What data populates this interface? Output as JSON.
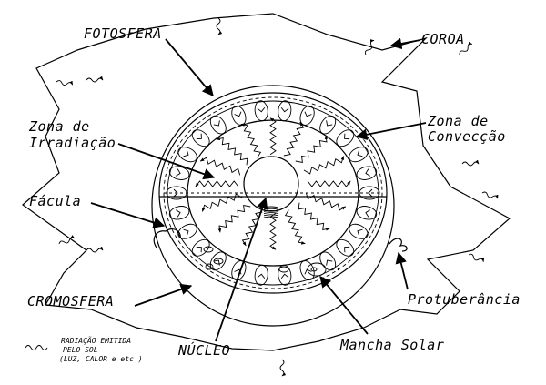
{
  "labels": {
    "fotosfera": "FOTOSFERA",
    "coroa": "COROA",
    "zona_irradiacao_1": "Zona de",
    "zona_irradiacao_2": "Irradiação",
    "zona_conveccao_1": "Zona de",
    "zona_conveccao_2": "Convecção",
    "facula": "Fácula",
    "cromosfera": "CROMOSFERA",
    "protuberancia": "Protuberância",
    "nucleo": "NÚCLEO",
    "mancha_solar": "Mancha Solar"
  },
  "legend": {
    "line1": "RADIAÇÃO EMITIDA",
    "line2": "PELO SOL",
    "line3": "(LUZ, CALOR e etc )"
  }
}
